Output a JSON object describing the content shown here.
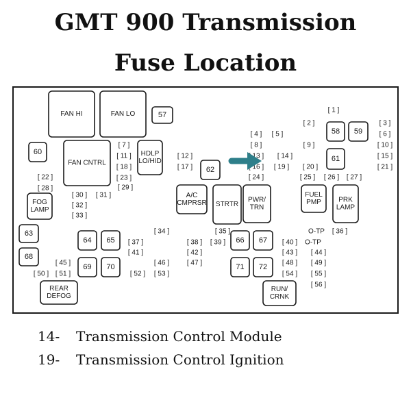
{
  "title": {
    "line1": "GMT 900 Transmission",
    "line2": "Fuse Location"
  },
  "legend": [
    {
      "number": "14-",
      "label": "Transmission Control Module"
    },
    {
      "number": "19-",
      "label": "Transmission Control Ignition"
    }
  ],
  "colors": {
    "arrow": "#2e7f8a",
    "outline": "#1a1a1a",
    "background": "#ffffff"
  },
  "icons": {
    "pointer": "arrow-right-icon"
  },
  "components": [
    "FAN HI",
    "FAN LO",
    "FAN CNTRL",
    "HDLP",
    "LO/HID",
    "A/C",
    "CMPRSR",
    "STRTR",
    "PWR/",
    "TRN",
    "FUEL",
    "PMP",
    "PRK",
    "LAMP",
    "FOG",
    "LAMP",
    "REAR",
    "DEFOG",
    "RUN/",
    "CRNK",
    "O-TP",
    "O-TP"
  ],
  "relays": [
    "57",
    "60",
    "62",
    "58",
    "59",
    "61",
    "63",
    "64",
    "65",
    "66",
    "67",
    "68",
    "69",
    "70",
    "71",
    "72"
  ],
  "fuses": [
    "1",
    "2",
    "3",
    "4",
    "5",
    "6",
    "7",
    "8",
    "9",
    "10",
    "11",
    "12",
    "13",
    "14",
    "15",
    "16",
    "17",
    "18",
    "19",
    "20",
    "21",
    "22",
    "23",
    "24",
    "25",
    "26",
    "27",
    "28",
    "29",
    "30",
    "31",
    "32",
    "33",
    "34",
    "35",
    "36",
    "37",
    "38",
    "39",
    "40",
    "41",
    "42",
    "43",
    "44",
    "45",
    "46",
    "47",
    "48",
    "49",
    "50",
    "51",
    "52",
    "53",
    "54",
    "55",
    "56"
  ]
}
